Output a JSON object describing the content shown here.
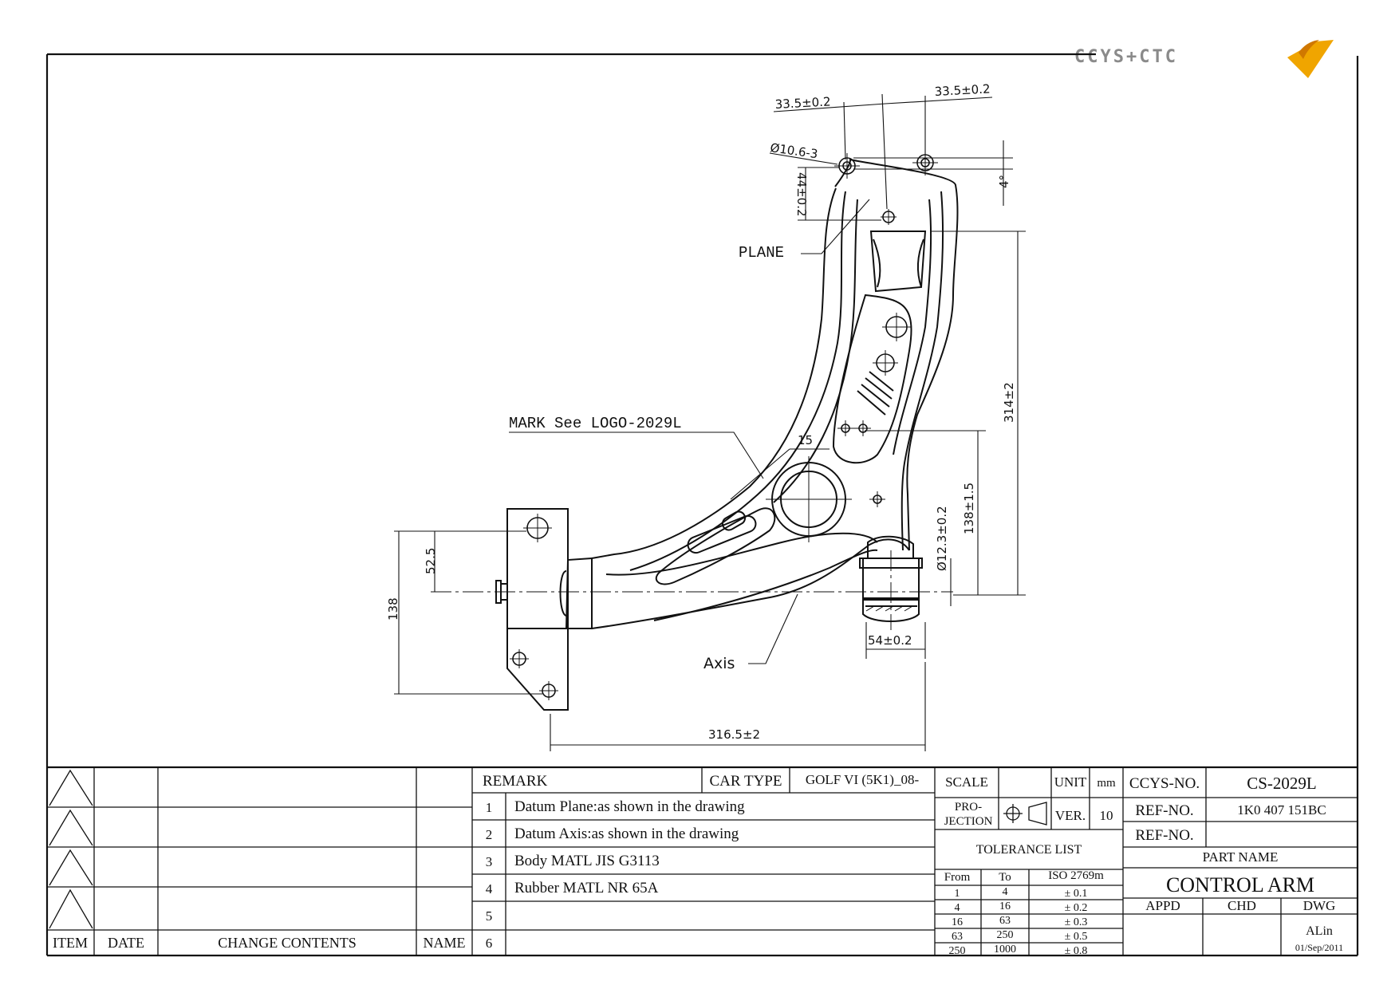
{
  "logo": {
    "text": "CCYS+CTC"
  },
  "drawing": {
    "dims": {
      "d1": "33.5±0.2",
      "d2": "33.5±0.2",
      "hole": "Ø10.6-3",
      "h44": "44±0.2",
      "angle": "4°",
      "h314": "314±2",
      "h138": "138±1.5",
      "bush": "Ø12.3±0.2",
      "w15": "15",
      "h52": "52.5",
      "h138b": "138",
      "w54": "54±0.2",
      "w316": "316.5±2"
    },
    "labels": {
      "plane": "PLANE",
      "mark": "MARK See LOGO-2029L",
      "axis": "Axis"
    }
  },
  "revision": {
    "headers": [
      "ITEM",
      "DATE",
      "CHANGE CONTENTS",
      "NAME"
    ]
  },
  "remarks": {
    "title": "REMARK",
    "car_type_label": "CAR TYPE",
    "car_type_value": "GOLF VI (5K1)_08-",
    "items": [
      {
        "n": "1",
        "text": "Datum Plane:as shown in the drawing"
      },
      {
        "n": "2",
        "text": "Datum Axis:as shown in the drawing"
      },
      {
        "n": "3",
        "text": "Body MATL JIS G3113"
      },
      {
        "n": "4",
        "text": "Rubber MATL NR 65A"
      },
      {
        "n": "5",
        "text": ""
      },
      {
        "n": "6",
        "text": ""
      }
    ]
  },
  "spec": {
    "scale_label": "SCALE",
    "unit_label": "UNIT",
    "unit_value": "mm",
    "projection_label_1": "PRO-",
    "projection_label_2": "JECTION",
    "ver_label": "VER.",
    "ver_value": "10",
    "tolerance_title": "TOLERANCE LIST",
    "tolerance_headers": [
      "From",
      "To",
      "ISO 2769m"
    ],
    "tolerance_rows": [
      [
        "1",
        "4",
        "± 0.1"
      ],
      [
        "4",
        "16",
        "± 0.2"
      ],
      [
        "16",
        "63",
        "± 0.3"
      ],
      [
        "63",
        "250",
        "± 0.5"
      ],
      [
        "250",
        "1000",
        "± 0.8"
      ]
    ]
  },
  "title_block": {
    "ccys_label": "CCYS-NO.",
    "ccys_value": "CS-2029L",
    "ref_label": "REF-NO.",
    "ref_value": "1K0 407 151BC",
    "ref2_label": "REF-NO.",
    "ref2_value": "",
    "part_name_label": "PART NAME",
    "part_name": "CONTROL ARM",
    "appd": "APPD",
    "chd": "CHD",
    "dwg": "DWG",
    "drawer": "ALin",
    "date": "01/Sep/2011"
  }
}
